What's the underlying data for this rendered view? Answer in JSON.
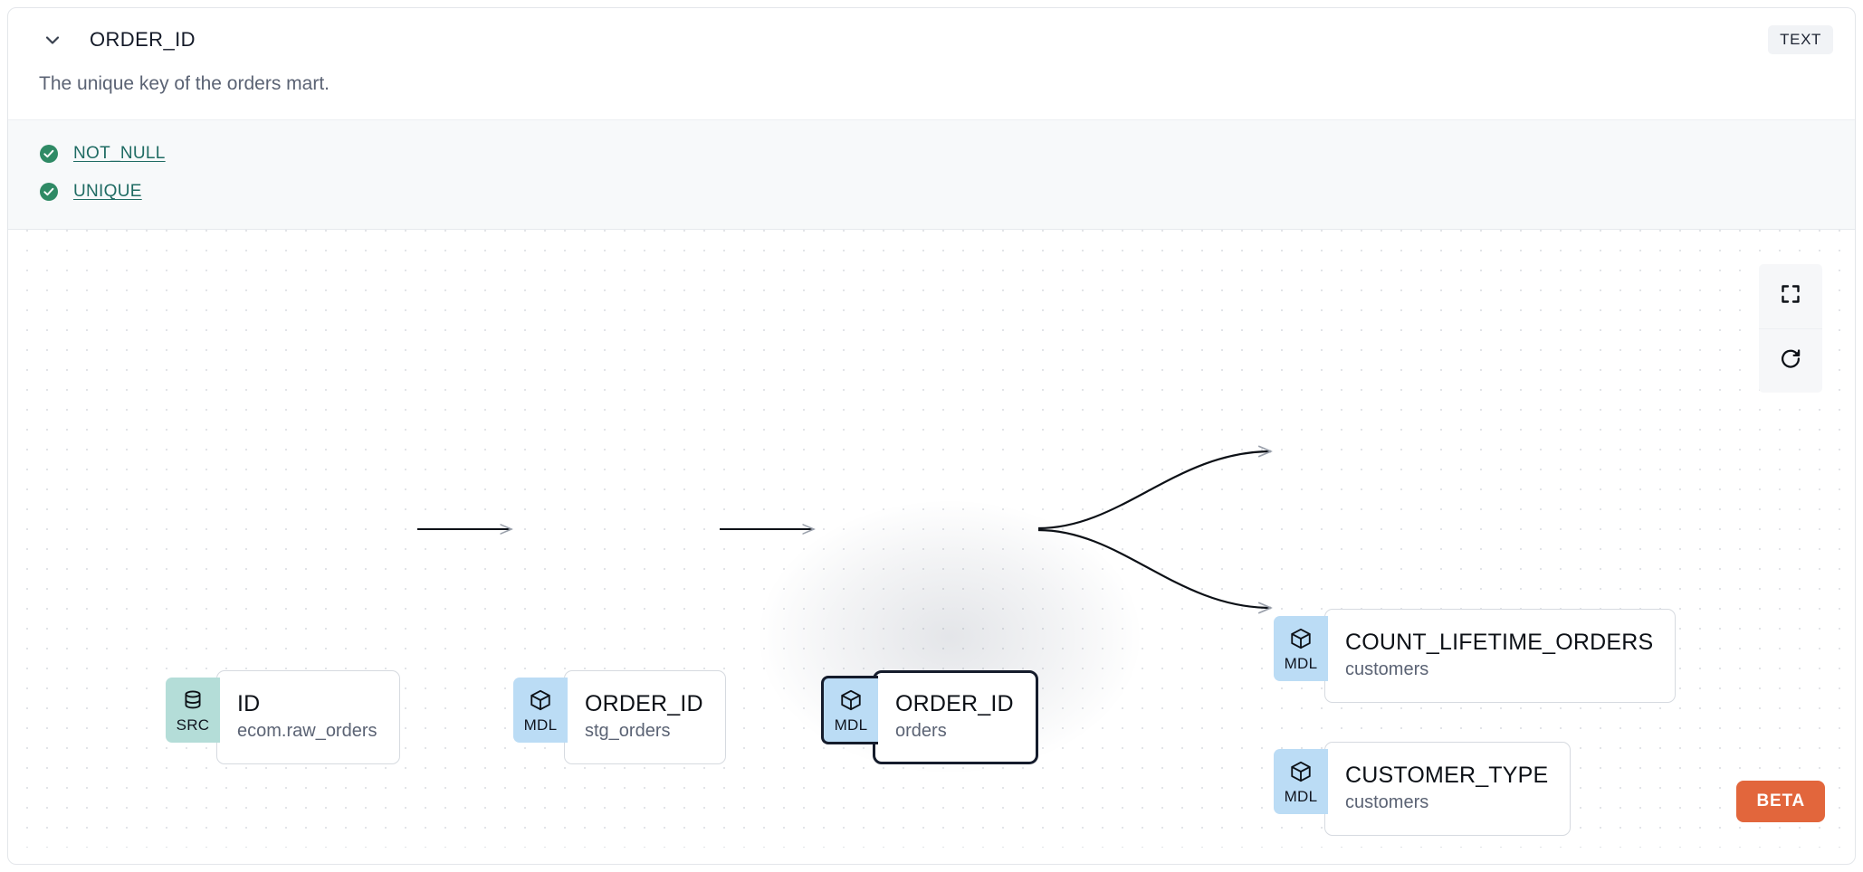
{
  "header": {
    "chevron_icon": "chevron-down-icon",
    "column_name": "ORDER_ID",
    "data_type": "TEXT"
  },
  "description": "The unique key of the orders mart.",
  "tests": [
    {
      "status_icon": "check-circle-icon",
      "label": "NOT_NULL",
      "passed": true
    },
    {
      "status_icon": "check-circle-icon",
      "label": "UNIQUE",
      "passed": true
    }
  ],
  "lineage_graph": {
    "nodes": [
      {
        "id": "src-id",
        "badge": "SRC",
        "badge_icon": "database-icon",
        "name": "ID",
        "subtitle": "ecom.raw_orders",
        "selected": false
      },
      {
        "id": "mdl-stg-orders",
        "badge": "MDL",
        "badge_icon": "cube-icon",
        "name": "ORDER_ID",
        "subtitle": "stg_orders",
        "selected": false
      },
      {
        "id": "mdl-orders",
        "badge": "MDL",
        "badge_icon": "cube-icon",
        "name": "ORDER_ID",
        "subtitle": "orders",
        "selected": true
      },
      {
        "id": "mdl-count-lifetime-orders",
        "badge": "MDL",
        "badge_icon": "cube-icon",
        "name": "COUNT_LIFETIME_ORDERS",
        "subtitle": "customers",
        "selected": false
      },
      {
        "id": "mdl-customer-type",
        "badge": "MDL",
        "badge_icon": "cube-icon",
        "name": "CUSTOMER_TYPE",
        "subtitle": "customers",
        "selected": false
      }
    ],
    "edges": [
      {
        "from": "src-id",
        "to": "mdl-stg-orders",
        "shape": "straight"
      },
      {
        "from": "mdl-stg-orders",
        "to": "mdl-orders",
        "shape": "straight"
      },
      {
        "from": "mdl-orders",
        "to": "mdl-count-lifetime-orders",
        "shape": "curved"
      },
      {
        "from": "mdl-orders",
        "to": "mdl-customer-type",
        "shape": "curved"
      }
    ],
    "controls": [
      {
        "name": "fullscreen-button",
        "icon": "fullscreen-icon"
      },
      {
        "name": "refresh-button",
        "icon": "refresh-icon"
      }
    ],
    "beta_label": "BETA"
  },
  "colors": {
    "src_badge": "#b4ddd8",
    "mdl_badge": "#bbdcf5",
    "test_pass": "#2f8a65",
    "test_link": "#1f6b63",
    "beta": "#e2663c",
    "selected_border": "#151c2c"
  }
}
